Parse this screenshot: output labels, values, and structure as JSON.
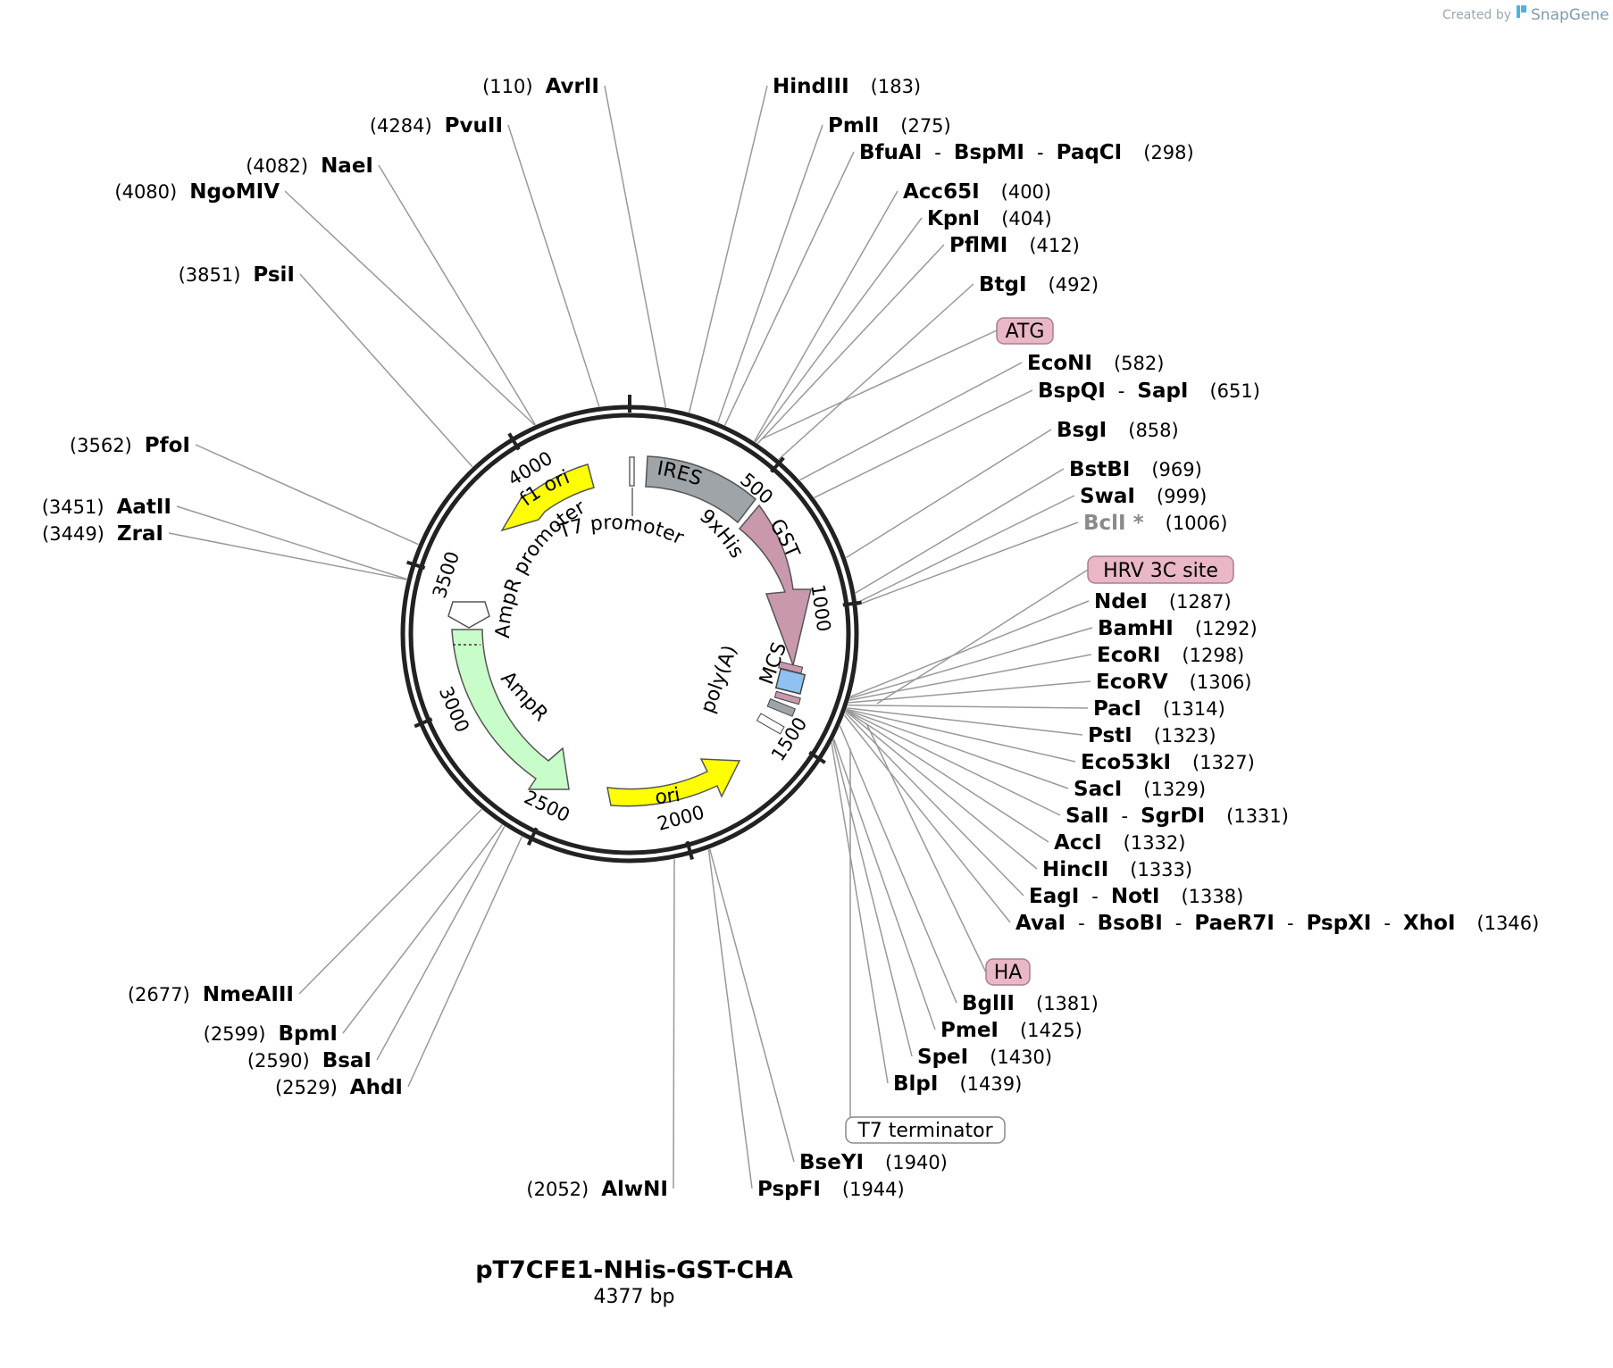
{
  "plasmid": {
    "name": "pT7CFE1-NHis-GST-CHA",
    "length_label": "4377 bp",
    "length_bp": 4377
  },
  "credit": {
    "prefix": "Created by",
    "brand": "SnapGene"
  },
  "ticks": [
    {
      "pos": 500,
      "label": "500"
    },
    {
      "pos": 1000,
      "label": "1000"
    },
    {
      "pos": 1500,
      "label": "1500"
    },
    {
      "pos": 2000,
      "label": "2000"
    },
    {
      "pos": 2500,
      "label": "2500"
    },
    {
      "pos": 3000,
      "label": "3000"
    },
    {
      "pos": 3500,
      "label": "3500"
    },
    {
      "pos": 4000,
      "label": "4000"
    }
  ],
  "features": [
    {
      "name": "IRES",
      "label": "IRES",
      "color": "#9fa4a8"
    },
    {
      "name": "GST",
      "label": "GST",
      "color": "#c998ad"
    },
    {
      "name": "9xHis",
      "label": "9xHis",
      "color": "#c998ad"
    },
    {
      "name": "MCS",
      "label": "MCS",
      "color": "#8fc1f2"
    },
    {
      "name": "poly(A)",
      "label": "poly(A)",
      "color": "#9fa4a8"
    },
    {
      "name": "T7 promoter",
      "label": "T7 promoter",
      "color": "#ffffff"
    },
    {
      "name": "ori",
      "label": "ori",
      "color": "#ffff00"
    },
    {
      "name": "AmpR",
      "label": "AmpR",
      "color": "#c8fcc8"
    },
    {
      "name": "AmpR promoter",
      "label": "AmpR promoter",
      "color": "#ffffff"
    },
    {
      "name": "f1 ori",
      "label": "f1 ori",
      "color": "#ffff00"
    }
  ],
  "boxed_labels": [
    {
      "text": "ATG",
      "color": "#e9b7c6"
    },
    {
      "text": "HRV 3C site",
      "color": "#e9b7c6"
    },
    {
      "text": "HA",
      "color": "#e9b7c6"
    },
    {
      "text": "T7 terminator",
      "color": "#ffffff"
    }
  ],
  "sites": [
    {
      "pos": 110,
      "parts": [
        "AvrII"
      ],
      "pos_label": "(110)"
    },
    {
      "pos": 183,
      "parts": [
        "HindIII"
      ],
      "pos_label": "(183)"
    },
    {
      "pos": 275,
      "parts": [
        "PmlI"
      ],
      "pos_label": "(275)"
    },
    {
      "pos": 298,
      "parts": [
        "BfuAI",
        "BspMI",
        "PaqCI"
      ],
      "pos_label": "(298)"
    },
    {
      "pos": 400,
      "parts": [
        "Acc65I"
      ],
      "pos_label": "(400)"
    },
    {
      "pos": 404,
      "parts": [
        "KpnI"
      ],
      "pos_label": "(404)"
    },
    {
      "pos": 412,
      "parts": [
        "PflMI"
      ],
      "pos_label": "(412)"
    },
    {
      "pos": 492,
      "parts": [
        "BtgI"
      ],
      "pos_label": "(492)"
    },
    {
      "pos": 582,
      "parts": [
        "EcoNI"
      ],
      "pos_label": "(582)"
    },
    {
      "pos": 651,
      "parts": [
        "BspQI",
        "SapI"
      ],
      "pos_label": "(651)"
    },
    {
      "pos": 858,
      "parts": [
        "BsgI"
      ],
      "pos_label": "(858)"
    },
    {
      "pos": 969,
      "parts": [
        "BstBI"
      ],
      "pos_label": "(969)"
    },
    {
      "pos": 999,
      "parts": [
        "SwaI"
      ],
      "pos_label": "(999)"
    },
    {
      "pos": 1006,
      "parts": [
        "BclI *"
      ],
      "pos_label": "(1006)",
      "dim": true
    },
    {
      "pos": 1287,
      "parts": [
        "NdeI"
      ],
      "pos_label": "(1287)"
    },
    {
      "pos": 1292,
      "parts": [
        "BamHI"
      ],
      "pos_label": "(1292)"
    },
    {
      "pos": 1298,
      "parts": [
        "EcoRI"
      ],
      "pos_label": "(1298)"
    },
    {
      "pos": 1306,
      "parts": [
        "EcoRV"
      ],
      "pos_label": "(1306)"
    },
    {
      "pos": 1314,
      "parts": [
        "PacI"
      ],
      "pos_label": "(1314)"
    },
    {
      "pos": 1323,
      "parts": [
        "PstI"
      ],
      "pos_label": "(1323)"
    },
    {
      "pos": 1327,
      "parts": [
        "Eco53kI"
      ],
      "pos_label": "(1327)"
    },
    {
      "pos": 1329,
      "parts": [
        "SacI"
      ],
      "pos_label": "(1329)"
    },
    {
      "pos": 1331,
      "parts": [
        "SalI",
        "SgrDI"
      ],
      "pos_label": "(1331)"
    },
    {
      "pos": 1332,
      "parts": [
        "AccI"
      ],
      "pos_label": "(1332)"
    },
    {
      "pos": 1333,
      "parts": [
        "HincII"
      ],
      "pos_label": "(1333)"
    },
    {
      "pos": 1338,
      "parts": [
        "EagI",
        "NotI"
      ],
      "pos_label": "(1338)"
    },
    {
      "pos": 1346,
      "parts": [
        "AvaI",
        "BsoBI",
        "PaeR7I",
        "PspXI",
        "XhoI"
      ],
      "pos_label": "(1346)"
    },
    {
      "pos": 1381,
      "parts": [
        "BglII"
      ],
      "pos_label": "(1381)"
    },
    {
      "pos": 1425,
      "parts": [
        "PmeI"
      ],
      "pos_label": "(1425)"
    },
    {
      "pos": 1430,
      "parts": [
        "SpeI"
      ],
      "pos_label": "(1430)"
    },
    {
      "pos": 1439,
      "parts": [
        "BlpI"
      ],
      "pos_label": "(1439)"
    },
    {
      "pos": 1940,
      "parts": [
        "BseYI"
      ],
      "pos_label": "(1940)"
    },
    {
      "pos": 1944,
      "parts": [
        "PspFI"
      ],
      "pos_label": "(1944)"
    },
    {
      "pos": 2052,
      "parts": [
        "AlwNI"
      ],
      "pos_label": "(2052)"
    },
    {
      "pos": 2529,
      "parts": [
        "AhdI"
      ],
      "pos_label": "(2529)"
    },
    {
      "pos": 2590,
      "parts": [
        "BsaI"
      ],
      "pos_label": "(2590)"
    },
    {
      "pos": 2599,
      "parts": [
        "BpmI"
      ],
      "pos_label": "(2599)"
    },
    {
      "pos": 2677,
      "parts": [
        "NmeAIII"
      ],
      "pos_label": "(2677)"
    },
    {
      "pos": 3449,
      "parts": [
        "ZraI"
      ],
      "pos_label": "(3449)"
    },
    {
      "pos": 3451,
      "parts": [
        "AatII"
      ],
      "pos_label": "(3451)"
    },
    {
      "pos": 3562,
      "parts": [
        "PfoI"
      ],
      "pos_label": "(3562)"
    },
    {
      "pos": 3851,
      "parts": [
        "PsiI"
      ],
      "pos_label": "(3851)"
    },
    {
      "pos": 4080,
      "parts": [
        "NgoMIV"
      ],
      "pos_label": "(4080)"
    },
    {
      "pos": 4082,
      "parts": [
        "NaeI"
      ],
      "pos_label": "(4082)"
    },
    {
      "pos": 4284,
      "parts": [
        "PvuII"
      ],
      "pos_label": "(4284)"
    }
  ]
}
